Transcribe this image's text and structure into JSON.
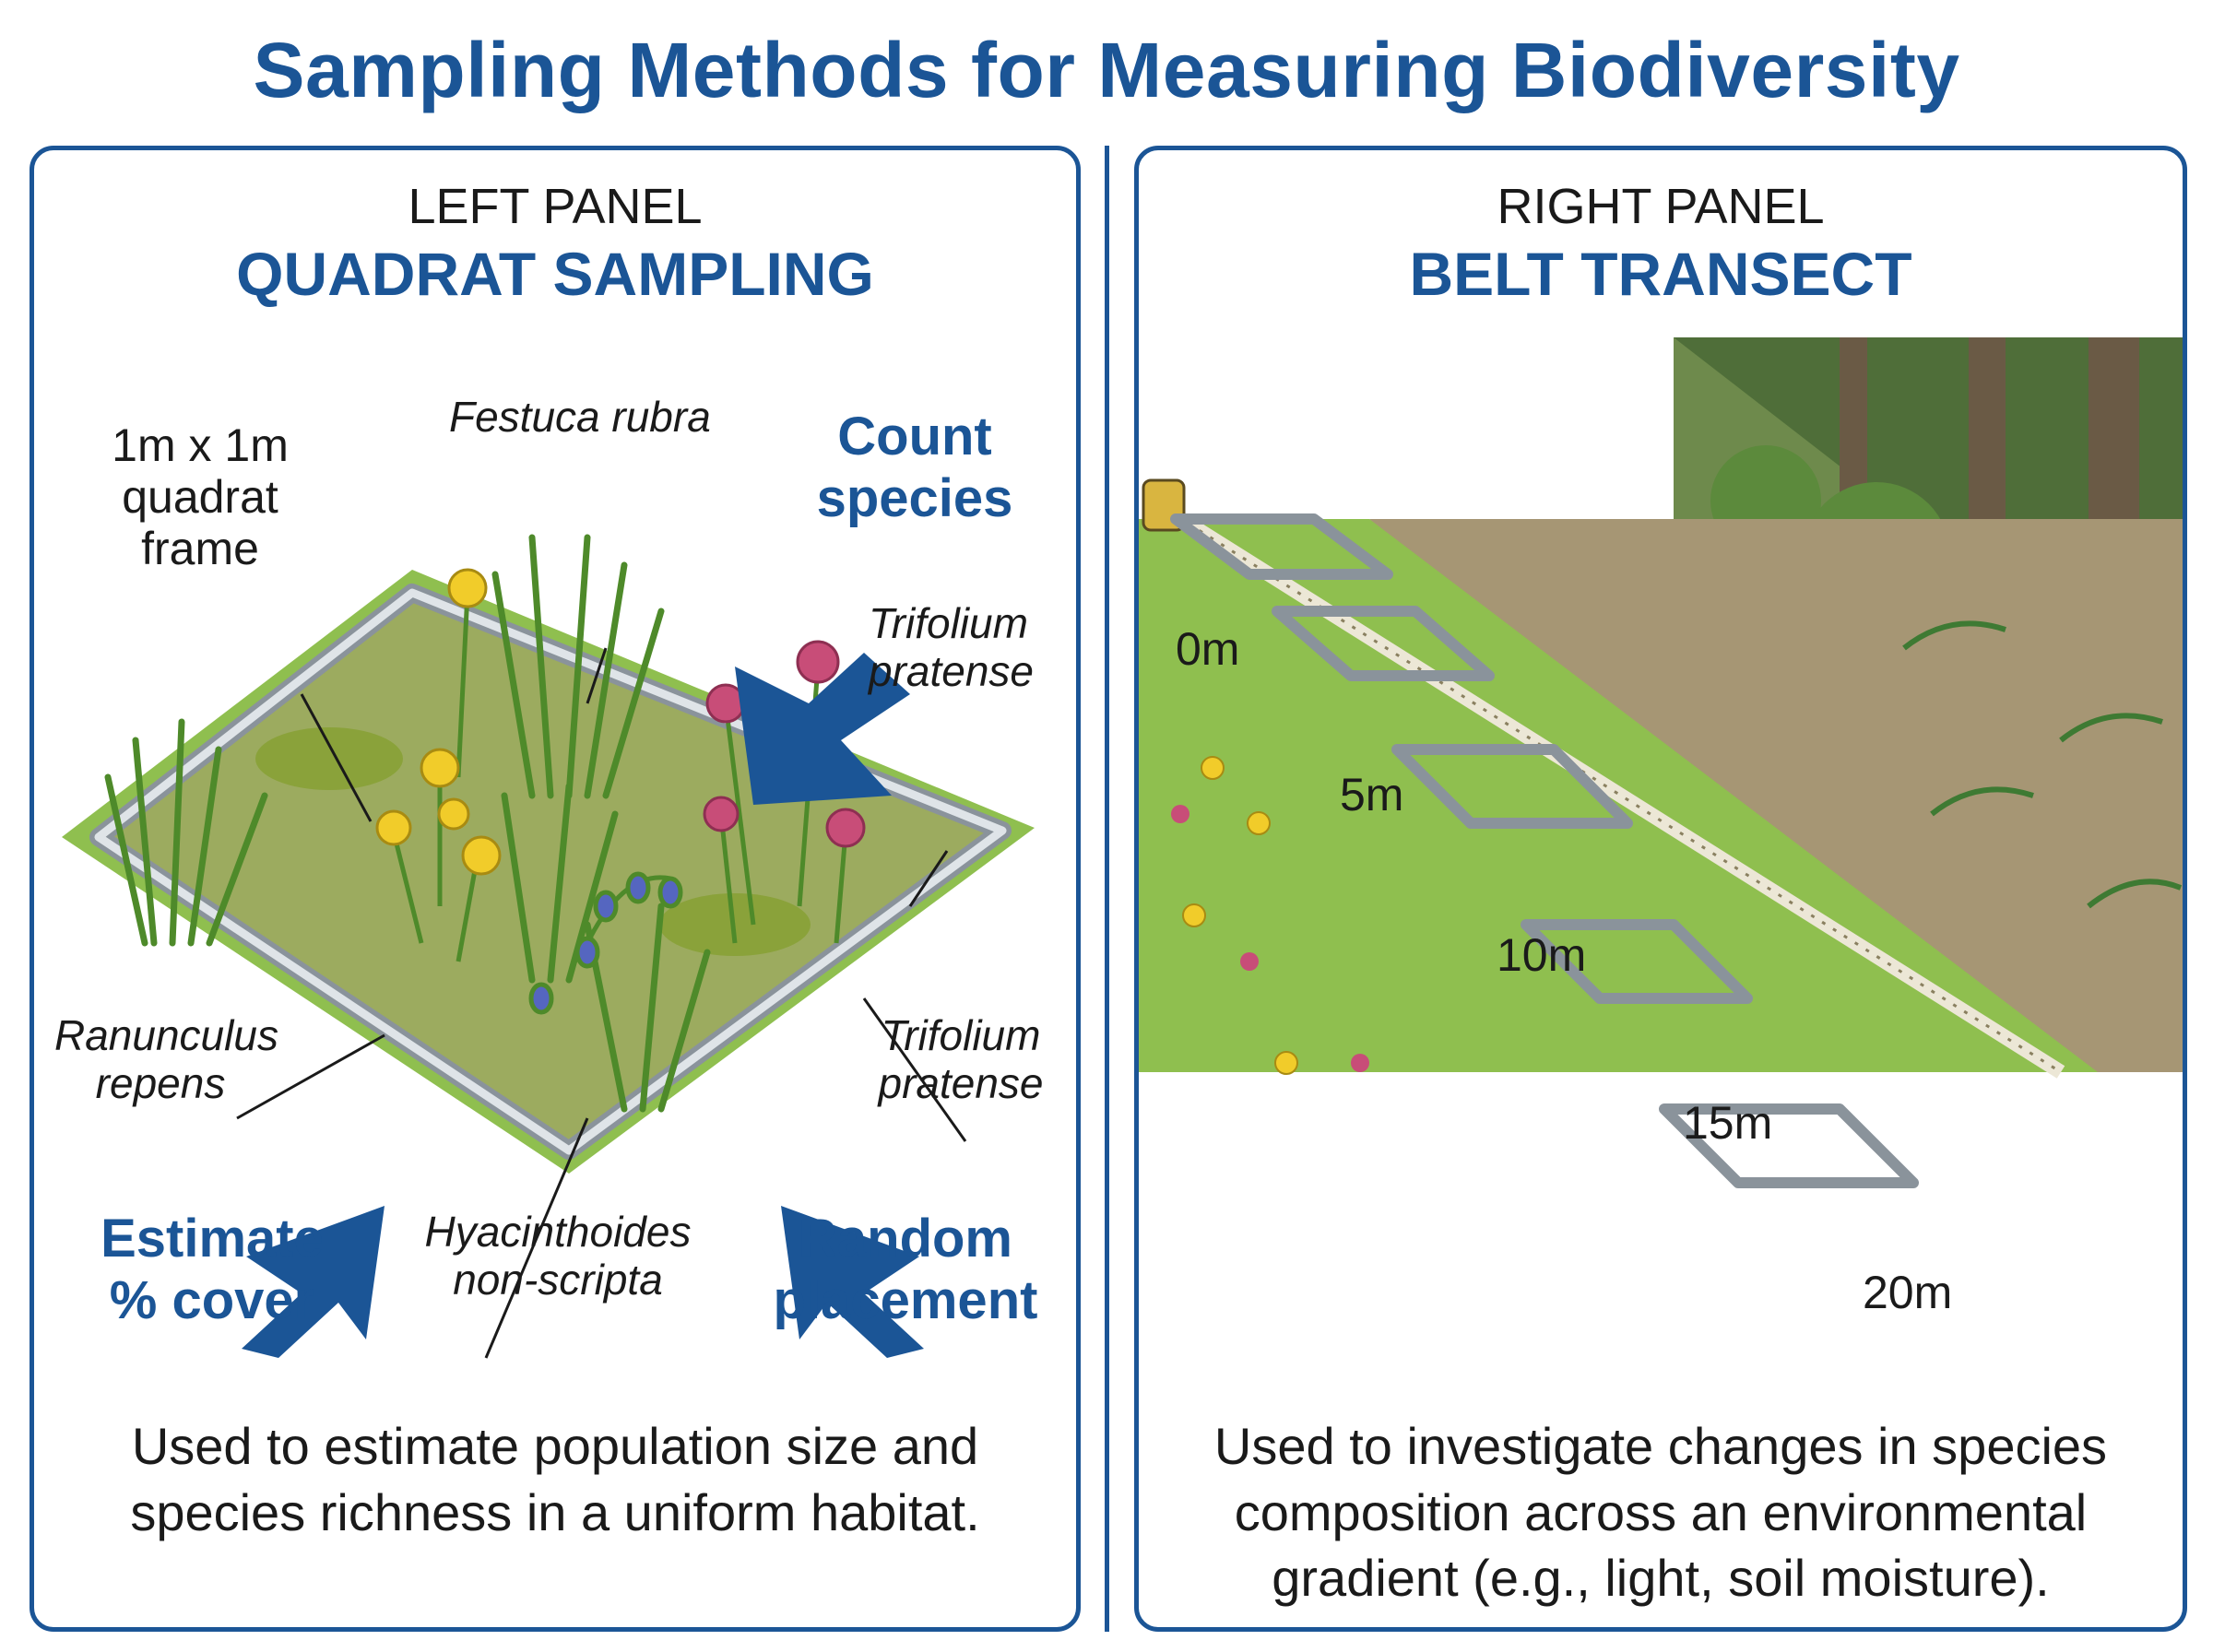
{
  "title": "Sampling Methods for Measuring Biodiversity",
  "left_panel": {
    "kicker": "LEFT PANEL",
    "heading": "QUADRAT SAMPLING",
    "labels": {
      "frame": "1m x 1m quadrat frame",
      "festuca": "Festuca rubra",
      "trifolium_top": "Trifolium pratense",
      "ranunculus": "Ranunculus repens",
      "trifolium_bottom": "Trifolium pratense",
      "hyacinthoides": "Hyacinthoides non-scripta"
    },
    "actions": {
      "count": "Count species",
      "estimate": "Estimate % cover",
      "random": "Random placement"
    },
    "caption": "Used to estimate population size and species richness in a uniform habitat."
  },
  "right_panel": {
    "kicker": "RIGHT PANEL",
    "heading": "BELT TRANSECT",
    "distances": [
      "0m",
      "5m",
      "10m",
      "15m",
      "20m"
    ],
    "caption": "Used to investigate changes in species composition across an environmental gradient (e.g., light, soil moisture)."
  },
  "colors": {
    "accent": "#1b5596",
    "grass": "#8fbf4f",
    "soil": "#9b8561",
    "frame": "#b8c0c8"
  }
}
